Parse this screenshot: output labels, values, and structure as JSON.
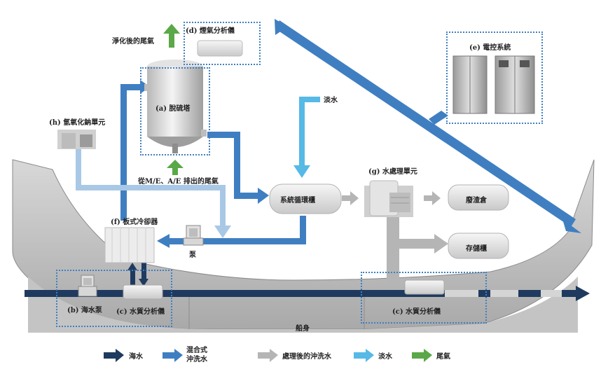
{
  "labels": {
    "purified_exhaust": "淨化後的尾氣",
    "exhaust_analyzer": "(d) 煙氣分析儀",
    "scrubber": "(a) 脫硫塔",
    "nox_unit": "(h) 氫氧化鈉單元",
    "exhaust_from_engine": "從M/E、A/E 排出的尾氣",
    "fresh_water": "淡水",
    "circulation_tank": "系統循環櫃",
    "water_treatment": "(g) 水處理單元",
    "sludge_tank": "廢渣倉",
    "storage_tank": "存儲櫃",
    "plate_cooler": "(f) 板式冷卻器",
    "pump": "泵",
    "sea_pump": "(b) 海水泵",
    "water_analyzer_left": "(c) 水質分析儀",
    "water_analyzer_right": "(c) 水質分析儀",
    "hull": "船身",
    "control_system": "(e) 電控系統"
  },
  "legend": [
    {
      "label": "海水",
      "color": "#1f3a5f"
    },
    {
      "label": "混合式\n沖洗水",
      "color": "#3f7fc1"
    },
    {
      "label": "處理後的沖洗水",
      "color": "#b5b5b5"
    },
    {
      "label": "淡水",
      "color": "#56b9e6"
    },
    {
      "label": "尾氣",
      "color": "#5aa847"
    }
  ],
  "colors": {
    "seawater": "#1f3a5f",
    "mixed_wash": "#3f7fc1",
    "treated_wash": "#b5b5b5",
    "fresh_water": "#56b9e6",
    "exhaust": "#5aa847",
    "nox_line": "#a9c8e6",
    "dotted_box": "#3f7fc1"
  }
}
